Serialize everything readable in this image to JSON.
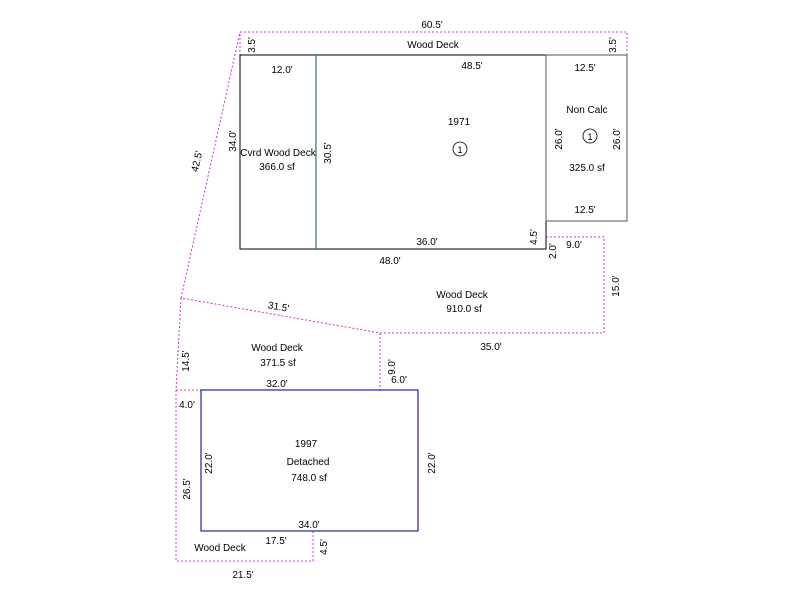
{
  "labels": {
    "top_width": "60.5'",
    "wood_deck_top": "Wood Deck",
    "left_top_small": "3.5'",
    "right_top_small": "3.5'",
    "cvd_top": "12.0'",
    "main_top": "48.5'",
    "nc_top": "12.5'",
    "year_1971": "1971",
    "non_calc": "Non Calc",
    "cvd_deck_name": "Cvrd Wood Deck",
    "cvd_deck_area": "366.0 sf",
    "cvd_left": "34.0'",
    "cvd_right": "30.5'",
    "nc_left": "26.0'",
    "nc_right": "26.0'",
    "nc_area": "325.0 sf",
    "nc_bottom": "12.5'",
    "diag_left": "42.5'",
    "main_bottom_inner": "36.0'",
    "main_bottom_right": "4.5'",
    "main_bottom": "48.0'",
    "step_small": "2.0'",
    "step_width": "9.0'",
    "deck_right": "15.0'",
    "deck_big_name": "Wood Deck",
    "deck_big_area": "910.0 sf",
    "diag_mid": "31.5'",
    "deck_bottom": "35.0'",
    "left_mid": "14.5'",
    "deck_mid_name": "Wood Deck",
    "deck_mid_area": "371.5 sf",
    "mid_step": "9.0'",
    "mid_step2": "6.0'",
    "gar_top": "32.0'",
    "gar_left_off": "4.0'",
    "year_1997": "1997",
    "detached": "Detached",
    "gar_area": "748.0 sf",
    "gar_left": "22.0'",
    "gar_right": "22.0'",
    "left_low": "26.5'",
    "gar_bottom": "34.0'",
    "low_step": "17.5'",
    "low_step2": "4.5'",
    "deck_low_name": "Wood Deck",
    "bottom_width": "21.5'",
    "marker_1": "1",
    "marker_2": "1"
  }
}
